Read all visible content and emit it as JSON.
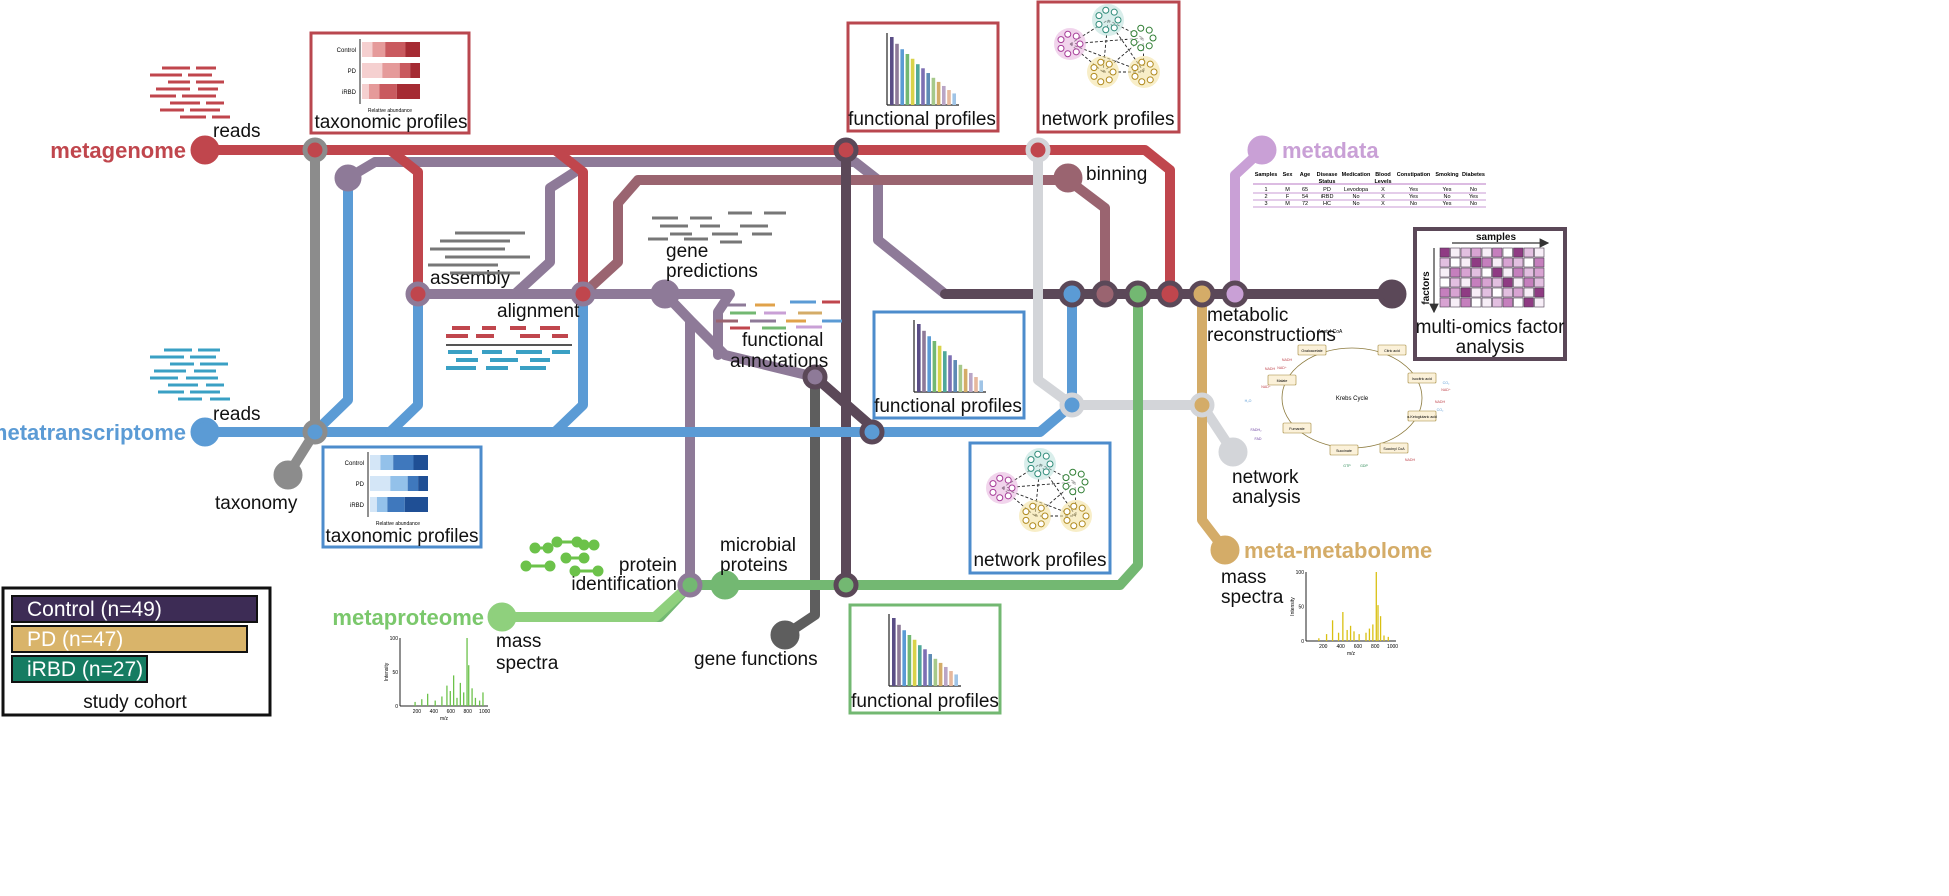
{
  "omics": {
    "metagenome": "metagenome",
    "metatranscriptome": "metatranscriptome",
    "metaproteome": "metaproteome",
    "metadata": "metadata",
    "meta_metabolome": "meta-metabolome"
  },
  "steps": {
    "reads_mg": "reads",
    "reads_mt": "reads",
    "taxonomy": "taxonomy",
    "assembly": "assembly",
    "alignment": "alignment",
    "gene_pred_1": "gene",
    "gene_pred_2": "predictions",
    "func_ann_1": "functional",
    "func_ann_2": "annotations",
    "binning": "binning",
    "metabolic_1": "metabolic",
    "metabolic_2": "reconstructions",
    "network_analysis_1": "network",
    "network_analysis_2": "analysis",
    "protein_id_1": "protein",
    "protein_id_2": "identification",
    "microbial_proteins_1": "microbial",
    "microbial_proteins_2": "proteins",
    "gene_functions": "gene functions",
    "mass_spectra_p1": "mass",
    "mass_spectra_p2": "spectra",
    "mass_spectra_m1": "mass",
    "mass_spectra_m2": "spectra"
  },
  "boxes": {
    "tax_mg": "taxonomic profiles",
    "tax_mt": "taxonomic profiles",
    "func_mg": "functional profiles",
    "func_mt": "functional profiles",
    "func_mp": "functional profiles",
    "net_mg": "network profiles",
    "net_mt": "network profiles",
    "mofa_1": "multi-omics factor",
    "mofa_2": "analysis",
    "mofa_samples": "samples",
    "mofa_factors": "factors"
  },
  "mini_tax": {
    "rows": [
      "Control",
      "PD",
      "iRBD"
    ],
    "xlabel": "Relative abundance"
  },
  "spectra": {
    "xlabel": "m/z",
    "ylabel": "Intensity",
    "xticks": [
      "200",
      "400",
      "600",
      "800",
      "1000"
    ],
    "yticks": [
      "0",
      "50",
      "100"
    ]
  },
  "metadata_table": {
    "headers": [
      "Samples",
      "Sex",
      "Age",
      "Disease Status",
      "Medication",
      "Blood Levels",
      "Constipation",
      "Smoking",
      "Diabetes"
    ],
    "rows": [
      [
        "1",
        "M",
        "65",
        "PD",
        "Levodopa",
        "X",
        "Yes",
        "Yes",
        "No"
      ],
      [
        "2",
        "F",
        "54",
        "iRBD",
        "No",
        "X",
        "Yes",
        "No",
        "Yes"
      ],
      [
        "3",
        "M",
        "72",
        "HC",
        "No",
        "X",
        "No",
        "Yes",
        "No"
      ]
    ]
  },
  "krebs": {
    "title": "Krebs Cycle",
    "top": "Acetyl CoA",
    "nodes": [
      "Oxaloacetate",
      "Citric acid",
      "Isocitric acid",
      "α-Ketoglutaric acid",
      "Succinyl CoA",
      "Succinate",
      "Fumarate",
      "Malate"
    ],
    "cofactors": [
      "NADH",
      "NAD⁺",
      "CO₂",
      "NAD⁺",
      "NADH",
      "CO₂",
      "NADH",
      "GTP",
      "GDP",
      "FAD",
      "FADH₂",
      "H₂O",
      "NAD⁺",
      "NADH"
    ]
  },
  "cohort": {
    "title": "study cohort",
    "groups": [
      {
        "label": "Control (n=49)",
        "n": 49,
        "color": "#3d2c55"
      },
      {
        "label": "PD (n=47)",
        "n": 47,
        "color": "#d9b46a"
      },
      {
        "label": "iRBD (n=27)",
        "n": 27,
        "color": "#167c62"
      }
    ]
  },
  "colors": {
    "metagenome": "#c0464d",
    "metatranscriptome": "#5b9bd5",
    "metaproteome": "#7bc86c",
    "metadata": "#c9a0d6",
    "meta_metabolome": "#d4ac68",
    "taxonomy_gray": "#8c8c8c",
    "purple_mid": "#8e7a98",
    "mauve": "#9a6470",
    "dark_plum": "#5b4858",
    "dark_gray": "#5e5e5e",
    "light_gray": "#d3d5d9",
    "green_line": "#73b872"
  }
}
